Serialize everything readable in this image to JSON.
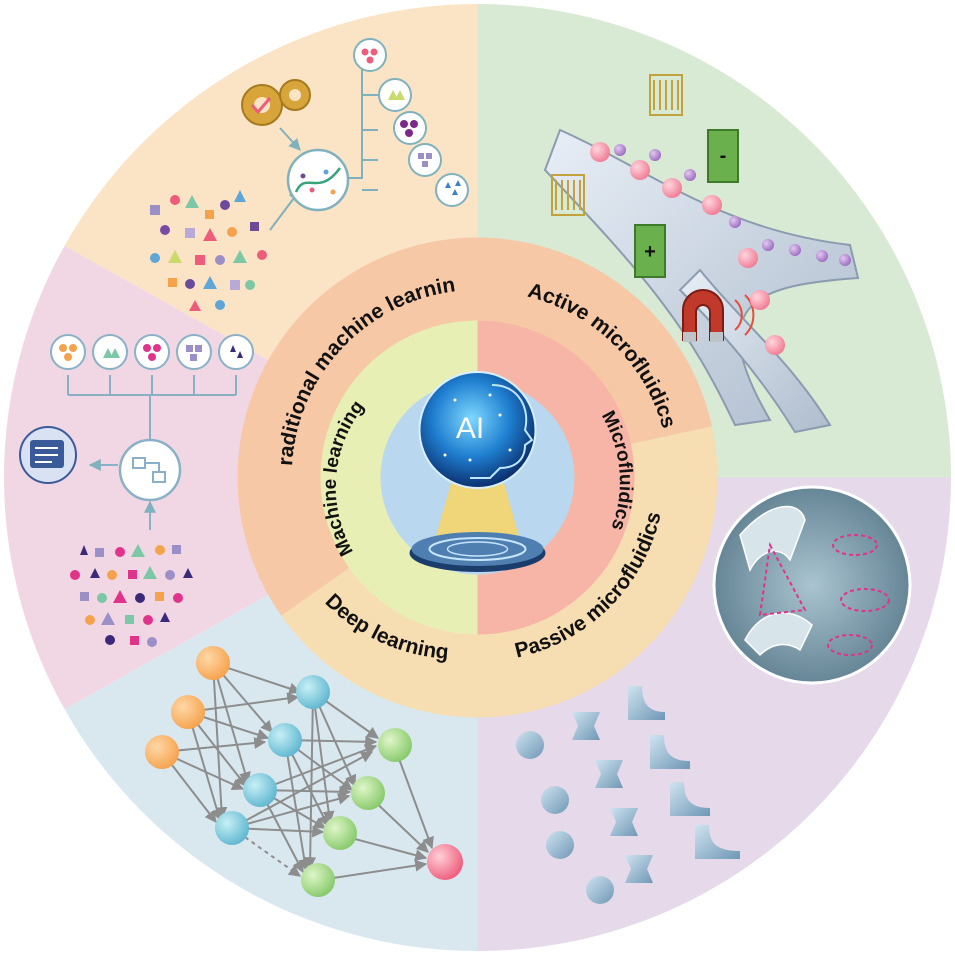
{
  "center": {
    "badge": "AI",
    "badge_icon": "ai-head-hologram-icon"
  },
  "outer_labels": {
    "traditional_ml": "Traditional machine learning",
    "deep_learning": "Deep learning",
    "active_microfluidics": "Active microfluidics",
    "passive_microfluidics": "Passive microfluidics"
  },
  "inner_labels": {
    "machine_learning": "Machine learning",
    "microfluidics": "Microfluidics"
  },
  "colors": {
    "traditional_ml": "#fbe4c6",
    "active_microfluidics": "#d8e9d4",
    "passive_microfluidics": "#e5d9ea",
    "deep_learning": "#d9e8ef",
    "unsupervised": "#f1d7e4",
    "ring_ml": "#f6c8a6",
    "ring_micro": "#f6ddb2",
    "inner_ml": "#e7efb5",
    "inner_micro": "#f6b5a6",
    "core": "#b9d7ee"
  }
}
